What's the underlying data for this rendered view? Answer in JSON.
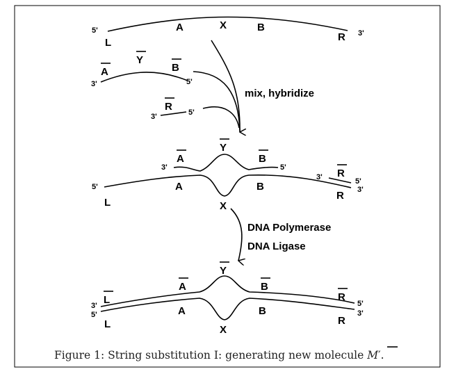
{
  "labels": {
    "A": "A",
    "B": "B",
    "X": "X",
    "Y": "Y",
    "L": "L",
    "R": "R"
  },
  "ends": {
    "five": "5'",
    "three": "3'"
  },
  "annotations": {
    "mix": "mix, hybridize",
    "polymerase": "DNA Polymerase",
    "ligase": "DNA Ligase"
  },
  "caption": {
    "text": "Figure 1: String substitution I: generating new molecule ",
    "symbol": "M",
    "prime": "′",
    "end": "."
  }
}
